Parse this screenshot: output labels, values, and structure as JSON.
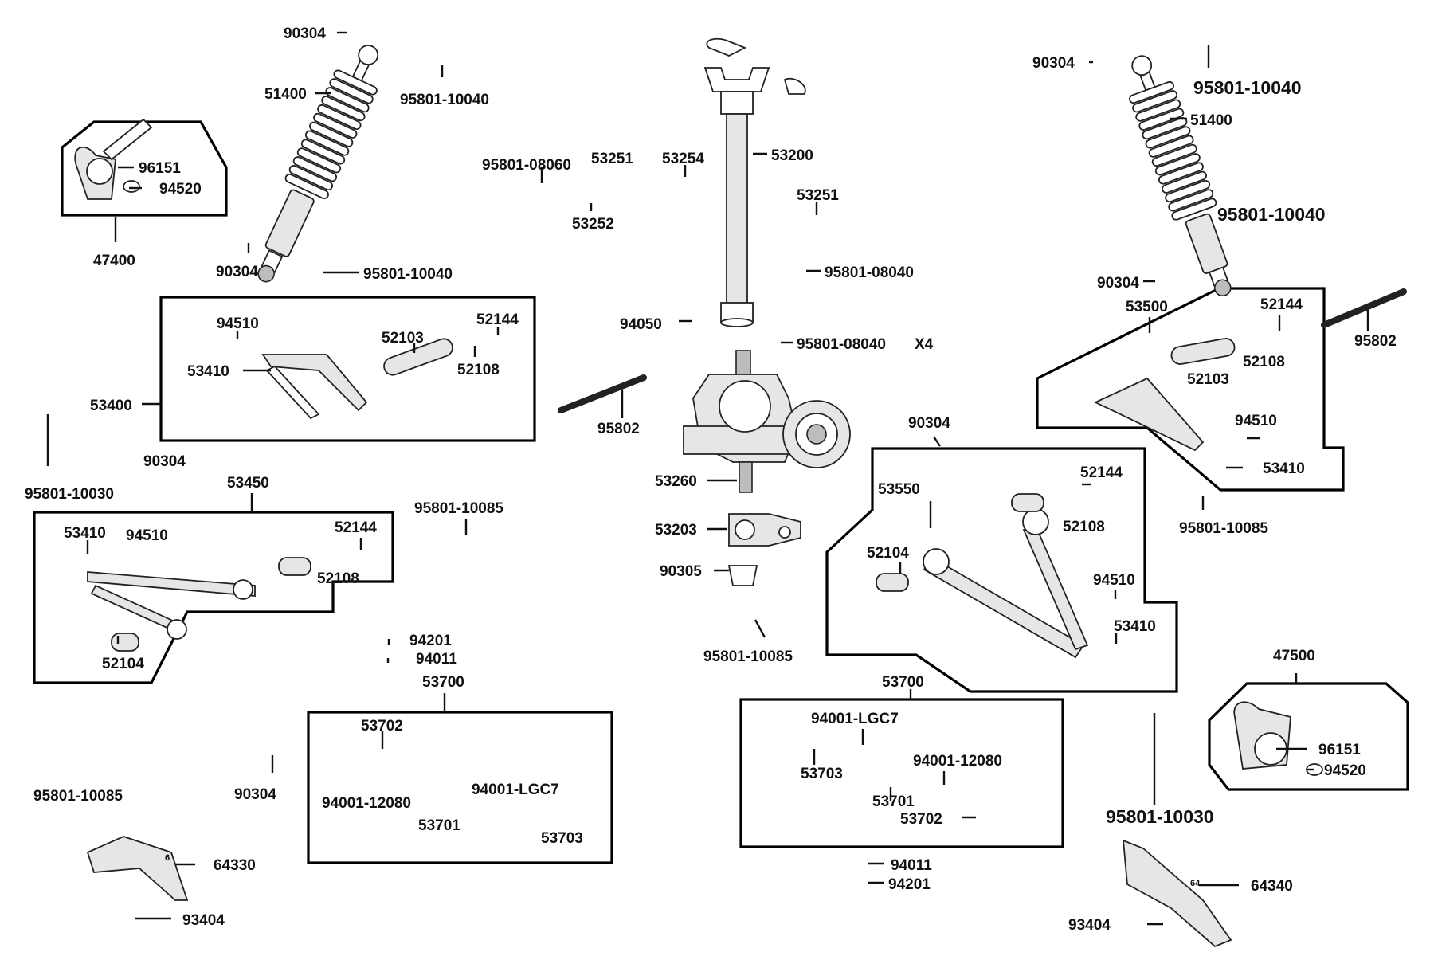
{
  "labels": {
    "p90304_tl": "90304",
    "p51400_l": "51400",
    "p95801_10040_t": "95801-10040",
    "p96151_l": "96151",
    "p94520_l": "94520",
    "p47400": "47400",
    "p90304_l2": "90304",
    "p95801_10040_m": "95801-10040",
    "p94510_a": "94510",
    "p52103_a": "52103",
    "p52144_a": "52144",
    "p53410_a": "53410",
    "p52108_a": "52108",
    "p53400": "53400",
    "p95801_10030_l": "95801-10030",
    "p90304_l3": "90304",
    "p53450": "53450",
    "p53410_b": "53410",
    "p94510_b": "94510",
    "p52144_b": "52144",
    "p52108_b": "52108",
    "p52104_b": "52104",
    "p95801_10085_a": "95801-10085",
    "p94201_a": "94201",
    "p94011_a": "94011",
    "p53700_a": "53700",
    "p53702_a": "53702",
    "p94001_12080_a": "94001-12080",
    "p94001_lgc7_a": "94001-LGC7",
    "p53701_a": "53701",
    "p53703_a": "53703",
    "p95801_10085_b": "95801-10085",
    "p90304_l4": "90304",
    "p64330": "64330",
    "p93404_a": "93404",
    "p95801_08060": "95801-08060",
    "p53251_a": "53251",
    "p53254": "53254",
    "p53200": "53200",
    "p53252": "53252",
    "p53251_b": "53251",
    "p95801_08040_a": "95801-08040",
    "p94050": "94050",
    "p95801_08040_b": "95801-08040",
    "x4": "X4",
    "p95802_a": "95802",
    "p53260": "53260",
    "p53203": "53203",
    "p90305": "90305",
    "p95801_10085_c": "95801-10085",
    "p90304_r1": "90304",
    "p95801_10040_r1": "95801-10040",
    "p51400_r": "51400",
    "p95801_10040_r2": "95801-10040",
    "p90304_r2": "90304",
    "p53500": "53500",
    "p52144_c": "52144",
    "p52108_c": "52108",
    "p52103_c": "52103",
    "p95802_b": "95802",
    "p94510_c": "94510",
    "p53410_c": "53410",
    "p90304_r3": "90304",
    "p53550": "53550",
    "p52144_d": "52144",
    "p52108_d": "52108",
    "p52104_d": "52104",
    "p94510_d": "94510",
    "p53410_d": "53410",
    "p95801_10085_d": "95801-10085",
    "p53700_b": "53700",
    "p94001_lgc7_b": "94001-LGC7",
    "p53703_b": "53703",
    "p94001_12080_b": "94001-12080",
    "p53701_b": "53701",
    "p53702_b": "53702",
    "p94011_b": "94011",
    "p94201_b": "94201",
    "p47500": "47500",
    "p96151_r": "96151",
    "p94520_r": "94520",
    "p95801_10030_r": "95801-10030",
    "p64340": "64340",
    "p93404_b": "93404",
    "guard_mark_l": "6",
    "guard_mark_r": "64"
  }
}
